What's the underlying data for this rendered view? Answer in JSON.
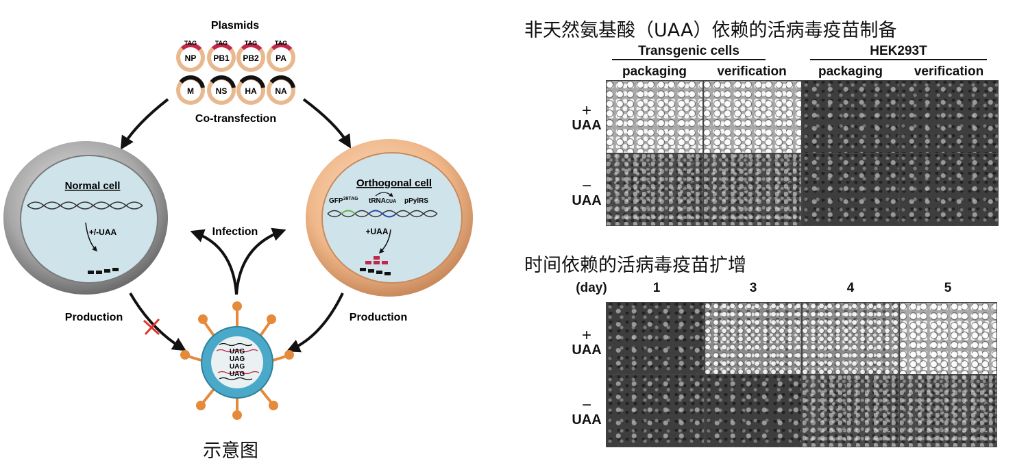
{
  "schematic": {
    "plasmids_title": "Plasmids",
    "plasmids_row1": [
      {
        "label": "NP",
        "tag": "TAG"
      },
      {
        "label": "PB1",
        "tag": "TAG"
      },
      {
        "label": "PB2",
        "tag": "TAG"
      },
      {
        "label": "PA",
        "tag": "TAG"
      }
    ],
    "plasmids_row2": [
      "M",
      "NS",
      "HA",
      "NA"
    ],
    "cotransfection": "Co-transfection",
    "normal_cell": {
      "title": "Normal cell",
      "condition": "+/-UAA"
    },
    "orthogonal_cell": {
      "title": "Orthogonal cell",
      "gfp": "GFP",
      "gfp_sup": "39TAG",
      "trna": "tRNA",
      "trna_sub": "CUA",
      "pylrs": "pPylRS",
      "condition": "+UAA"
    },
    "infection": "Infection",
    "production_left": "Production",
    "production_right": "Production",
    "virus_genome": [
      "UAG",
      "UAG",
      "UAG",
      "UAG"
    ],
    "caption": "示意图"
  },
  "panel_top": {
    "title": "非天然氨基酸（UAA）依赖的活病毒疫苗制备",
    "group_headers": [
      "Transgenic cells",
      "HEK293T"
    ],
    "column_headers": [
      "packaging",
      "verification",
      "packaging",
      "verification"
    ],
    "row_labels": [
      {
        "sign": "+",
        "text": "UAA"
      },
      {
        "sign": "−",
        "text": "UAA"
      }
    ]
  },
  "panel_bottom": {
    "title": "时间依赖的活病毒疫苗扩增",
    "day_label": "(day)",
    "days": [
      "1",
      "3",
      "4",
      "5"
    ],
    "row_labels": [
      {
        "sign": "+",
        "text": "UAA"
      },
      {
        "sign": "−",
        "text": "UAA"
      }
    ]
  },
  "colors": {
    "normal_cell_rim": "#9a9a9a",
    "orthogonal_cell_rim": "#f0b88a",
    "cytoplasm": "#cfe3ea",
    "virus": "#4aa9c9",
    "spike": "#e58a3a",
    "tag_red": "#c2274a"
  }
}
